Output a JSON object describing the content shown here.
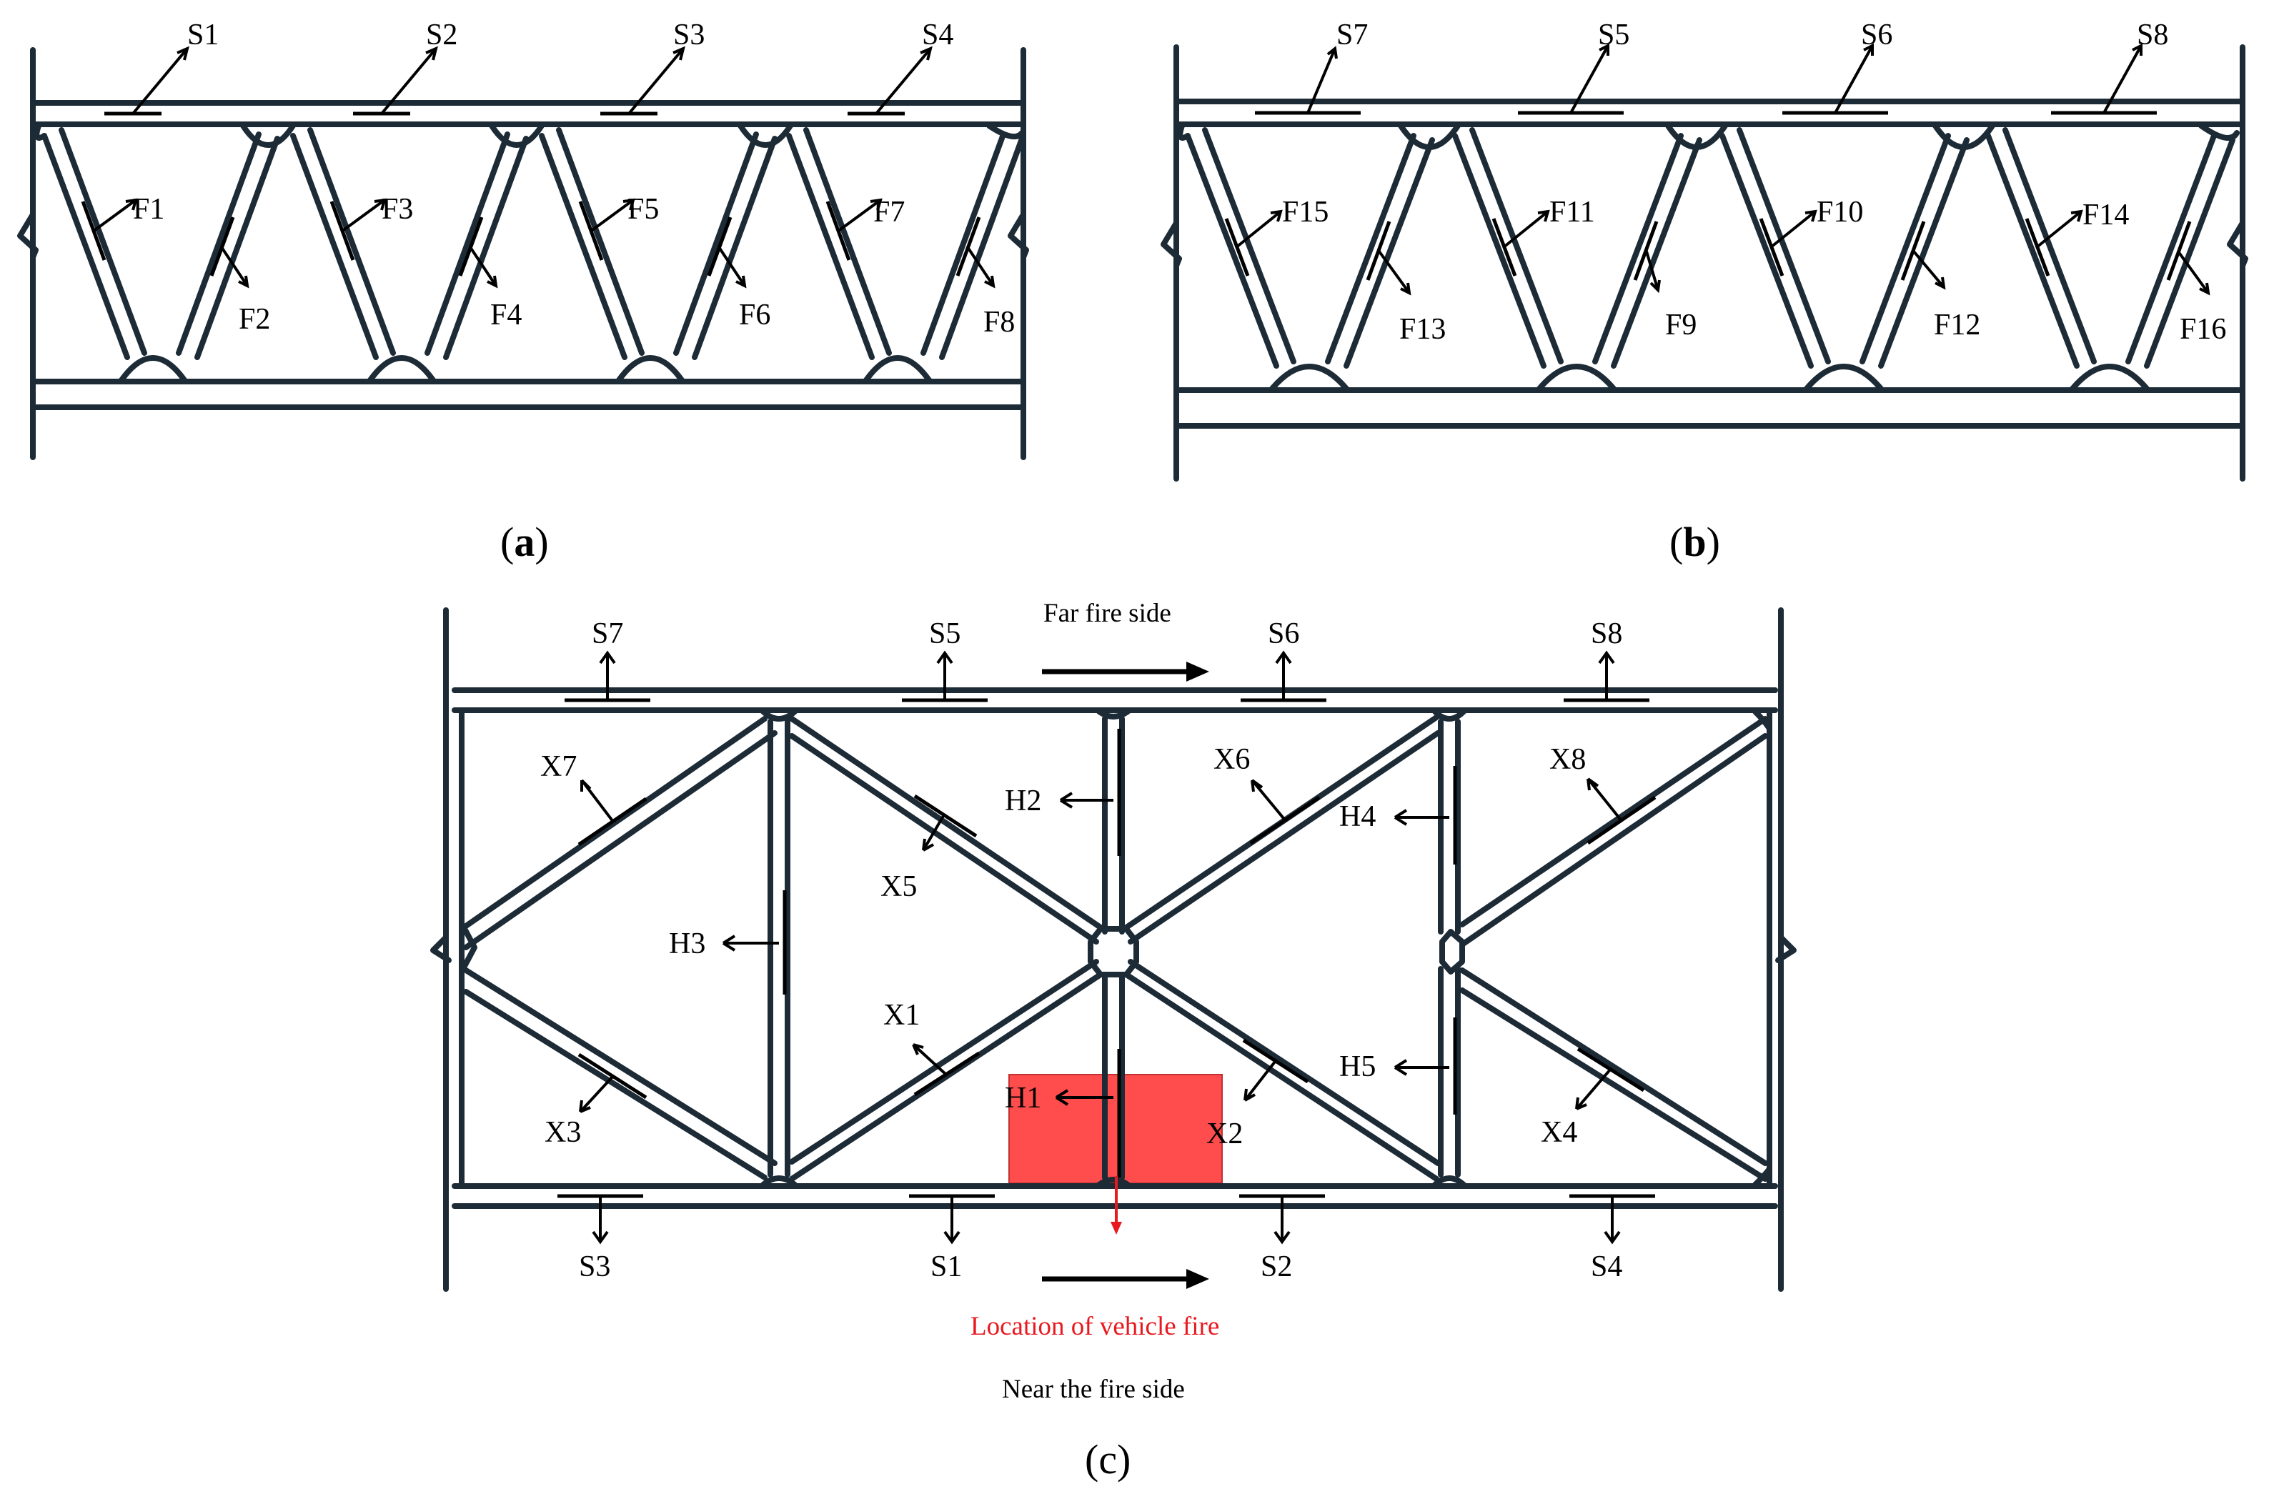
{
  "panels": {
    "a": {
      "caption_open": "(",
      "caption_letter": "a",
      "caption_close": ")",
      "sensors": [
        "S1",
        "S2",
        "S3",
        "S4"
      ],
      "members": [
        "F1",
        "F2",
        "F3",
        "F4",
        "F5",
        "F6",
        "F7",
        "F8"
      ]
    },
    "b": {
      "caption_open": "(",
      "caption_letter": "b",
      "caption_close": ")",
      "sensors": [
        "S7",
        "S5",
        "S6",
        "S8"
      ],
      "members": [
        "F15",
        "F13",
        "F11",
        "F9",
        "F10",
        "F12",
        "F14",
        "F16"
      ]
    },
    "c": {
      "caption": "(c)",
      "far_side": "Far fire side",
      "near_side": "Near the fire side",
      "fire_location": "Location of vehicle fire",
      "top_sensors": [
        "S7",
        "S5",
        "S6",
        "S8"
      ],
      "bottom_sensors": [
        "S3",
        "S1",
        "S2",
        "S4"
      ],
      "diagonals": [
        "X7",
        "X5",
        "X6",
        "X8",
        "X1",
        "X2",
        "X3",
        "X4"
      ],
      "verticals": [
        "H2",
        "H4",
        "H3",
        "H5",
        "H1"
      ]
    }
  },
  "colors": {
    "structure": "#1d2b36",
    "fire_zone": "#ff4d4d",
    "fire_text": "#e8191f"
  }
}
